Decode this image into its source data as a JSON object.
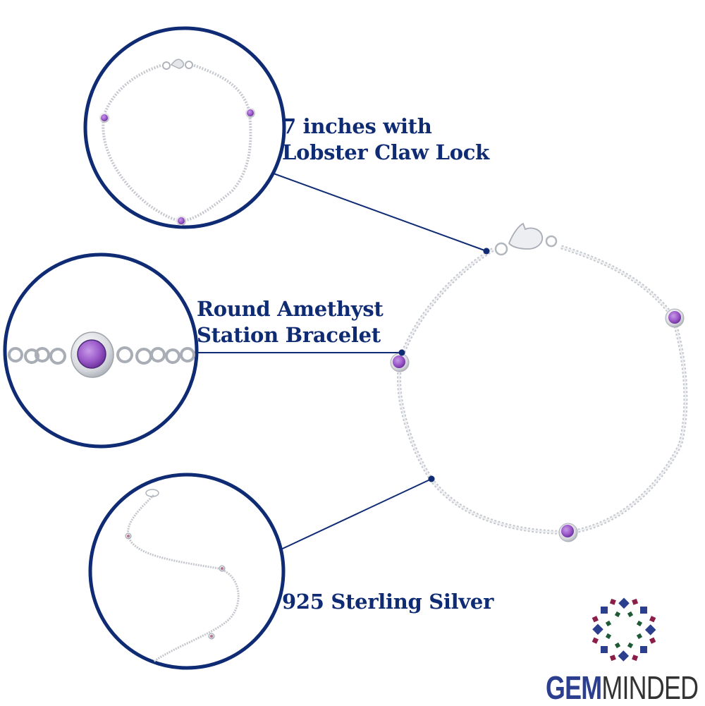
{
  "image": {
    "description": "Product feature infographic for a round amethyst station bracelet",
    "background": "#ffffff",
    "accent_color": "#0f2b73",
    "stone_color": "#9b59c9",
    "metal_color": "#c9ccd2"
  },
  "callouts": [
    {
      "id": "length-lock",
      "lines": [
        "7 inches with",
        "Lobster Claw Lock"
      ]
    },
    {
      "id": "product-name",
      "lines": [
        "Round Amethyst",
        "Station Bracelet"
      ]
    },
    {
      "id": "material",
      "lines": [
        "925 Sterling Silver"
      ]
    }
  ],
  "detail_circles": [
    {
      "id": "full-bracelet-view",
      "content": "Bracelet overview with clasp and three amethyst stations"
    },
    {
      "id": "stone-closeup",
      "content": "Close-up of bezel-set round amethyst on rolo chain"
    },
    {
      "id": "s-curve-view",
      "content": "Bracelet laid in S-curve shape"
    }
  ],
  "main_image": {
    "content": "Sterling silver rolo chain bracelet with lobster clasp and three bezel-set amethyst stations"
  },
  "logo": {
    "word_bold": "GEM",
    "word_light": "MINDED",
    "colors": {
      "blue": "#2c3f8f",
      "green": "#1f5a36",
      "red": "#8b1e47"
    }
  }
}
